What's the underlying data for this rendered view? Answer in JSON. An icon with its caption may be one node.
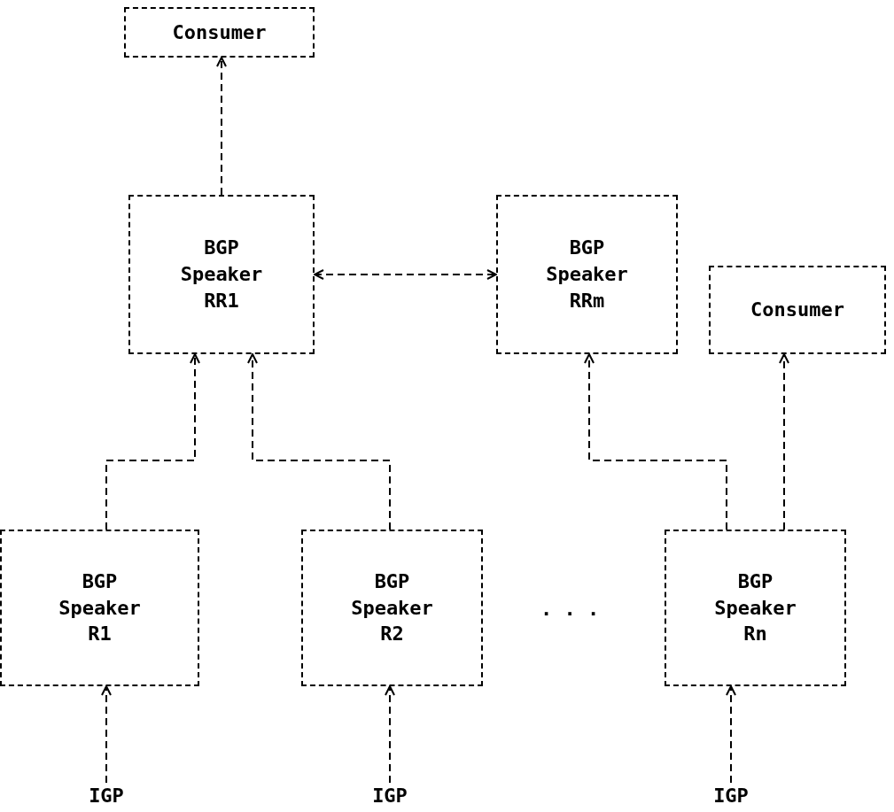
{
  "diagram": {
    "nodes": [
      {
        "text": [
          "Consumer"
        ]
      },
      {
        "text": [
          "BGP Speaker RR1"
        ]
      },
      {
        "text": [
          "BGP Speaker RRm"
        ]
      },
      {
        "text": [
          "Consumer"
        ]
      },
      {
        "text": [
          "BGP Speaker R1"
        ]
      },
      {
        "text": [
          "BGP Speaker R2"
        ]
      },
      {
        "text": [
          "BGP Speaker Rn"
        ]
      },
      {
        "text": [
          "IGP"
        ]
      },
      {
        "text": [
          "IGP"
        ]
      },
      {
        "text": [
          "IGP"
        ]
      }
    ],
    "edges": [
      {
        "from": 1,
        "to": 0,
        "arrow": "to"
      },
      {
        "from": 1,
        "to": 2,
        "arrow": "both"
      },
      {
        "from": 4,
        "to": 1,
        "arrow": "to"
      },
      {
        "from": 5,
        "to": 1,
        "arrow": "to"
      },
      {
        "from": 6,
        "to": 2,
        "arrow": "to"
      },
      {
        "from": 6,
        "to": 3,
        "arrow": "to"
      },
      {
        "from": 7,
        "to": 4,
        "arrow": "to"
      },
      {
        "from": 8,
        "to": 5,
        "arrow": "to"
      },
      {
        "from": 9,
        "to": 6,
        "arrow": "to"
      }
    ],
    "labels": [
      ". . ."
    ]
  }
}
